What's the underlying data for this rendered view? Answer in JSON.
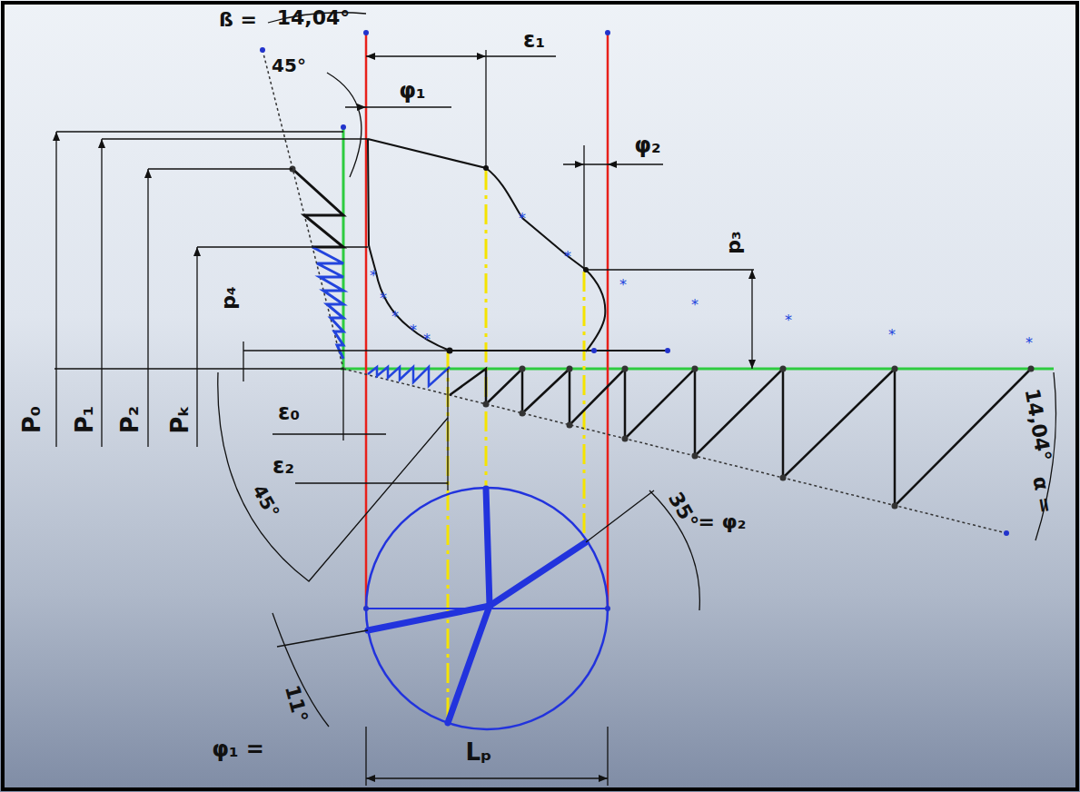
{
  "diagram": {
    "labels": [
      "ß =",
      "14,04°",
      "45°",
      "φ₁",
      "ε₁",
      "φ₂",
      "p₃",
      "p₄",
      "P₀",
      "P₁",
      "P₂",
      "Pₖ",
      "ε₀",
      "ε₂",
      "45°",
      "α =",
      "14,04°",
      "35°",
      "= φ₂",
      "φ₁ =",
      "11°",
      "Lₚ"
    ]
  }
}
